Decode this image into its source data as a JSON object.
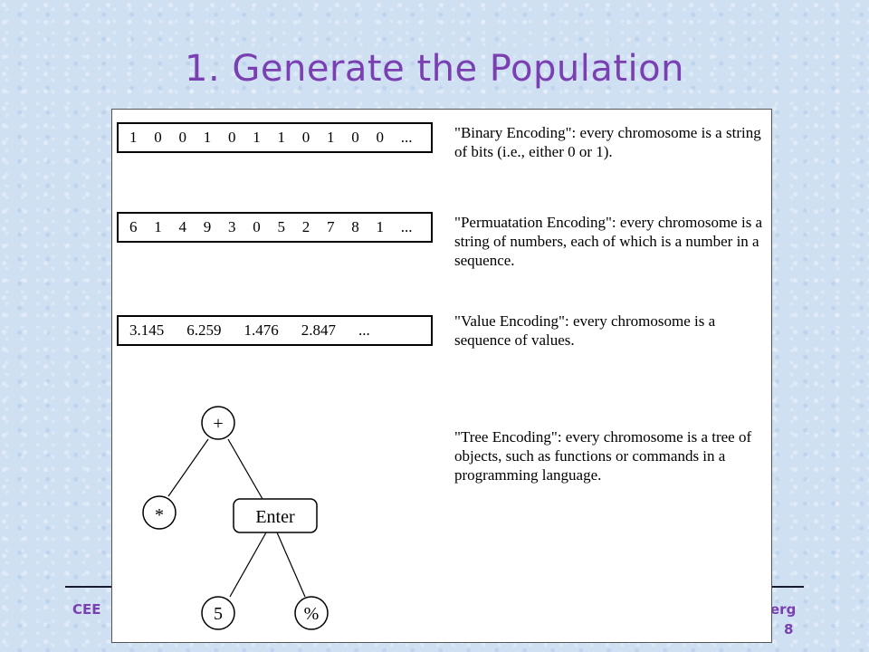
{
  "slide": {
    "title": "1. Generate the Population",
    "page_number": "8"
  },
  "footer": {
    "left": "CEE",
    "right": "erg"
  },
  "encodings": [
    {
      "box": "1   0   0   1   0   1   1   0   1   0   0   ...",
      "description": "\"Binary Encoding\":  every chromosome is a string of bits (i.e., either 0 or 1)."
    },
    {
      "box": "6   1   4   9   3   0   5   2   7   8   1   ...",
      "description": "\"Permuatation Encoding\":  every chromosome is a string of numbers, each of which is a number in a sequence."
    },
    {
      "box": "3.145    6.259    1.476    2.847    ...",
      "description": "\"Value Encoding\":  every chromosome is a sequence of values."
    }
  ],
  "tree": {
    "description": "\"Tree Encoding\":  every chromosome is a tree of objects, such as functions or commands in a programming language.",
    "nodes": {
      "root": "+",
      "left": "*",
      "middle": "Enter",
      "bottom_left": "5",
      "bottom_right": "%"
    }
  }
}
